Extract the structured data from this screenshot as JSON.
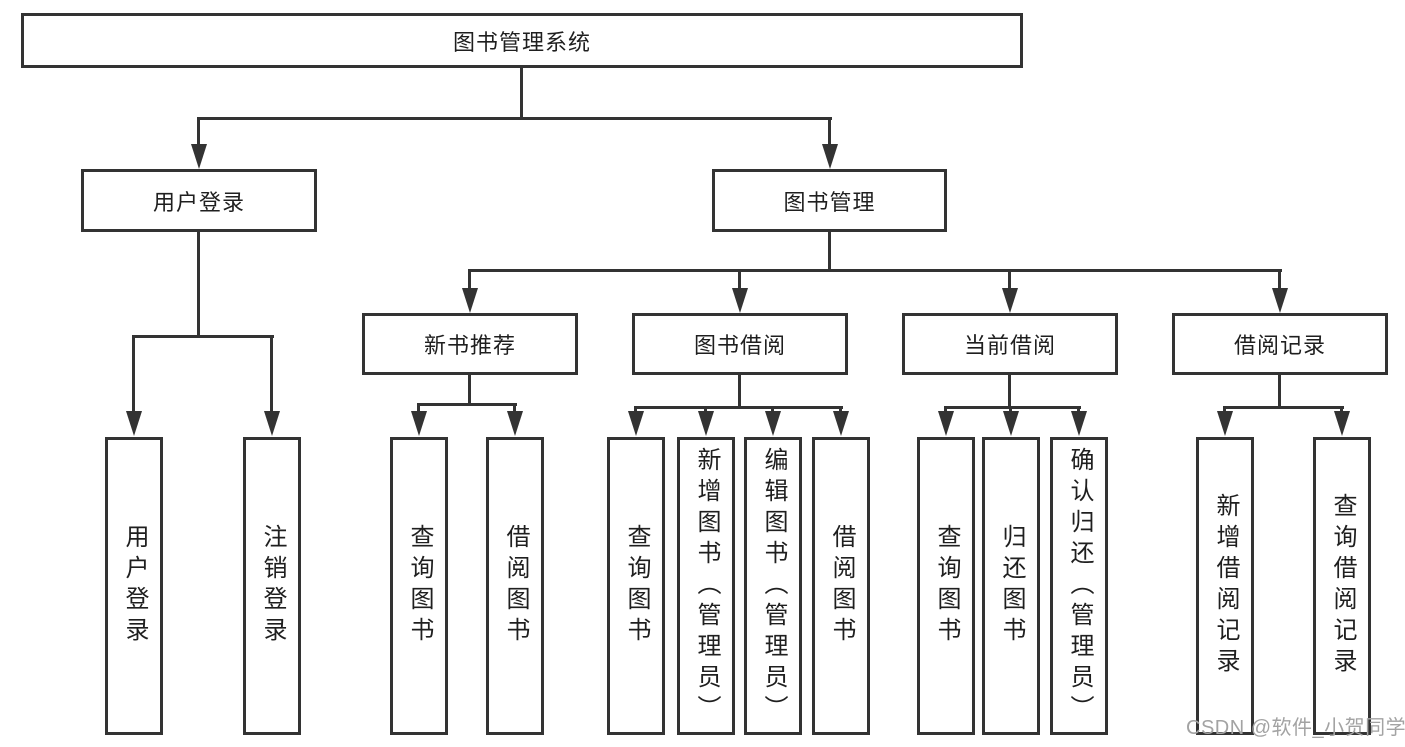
{
  "tree": {
    "root": "图书管理系统",
    "branches": [
      {
        "label": "用户登录",
        "children": [
          {
            "label": "用户登录"
          },
          {
            "label": "注销登录"
          }
        ]
      },
      {
        "label": "图书管理",
        "children": [
          {
            "label": "新书推荐",
            "children": [
              {
                "label": "查询图书"
              },
              {
                "label": "借阅图书"
              }
            ]
          },
          {
            "label": "图书借阅",
            "children": [
              {
                "label": "查询图书"
              },
              {
                "label": "新增图书（管理员）"
              },
              {
                "label": "编辑图书（管理员）"
              },
              {
                "label": "借阅图书"
              }
            ]
          },
          {
            "label": "当前借阅",
            "children": [
              {
                "label": "查询图书"
              },
              {
                "label": "归还图书"
              },
              {
                "label": "确认归还（管理员）"
              }
            ]
          },
          {
            "label": "借阅记录",
            "children": [
              {
                "label": "新增借阅记录"
              },
              {
                "label": "查询借阅记录"
              }
            ]
          }
        ]
      }
    ]
  },
  "watermark": "CSDN @软件_小贺同学",
  "colors": {
    "line": "#333333",
    "text": "#1f1f1f",
    "background": "#ffffff",
    "watermark": "#a3a3a3"
  }
}
